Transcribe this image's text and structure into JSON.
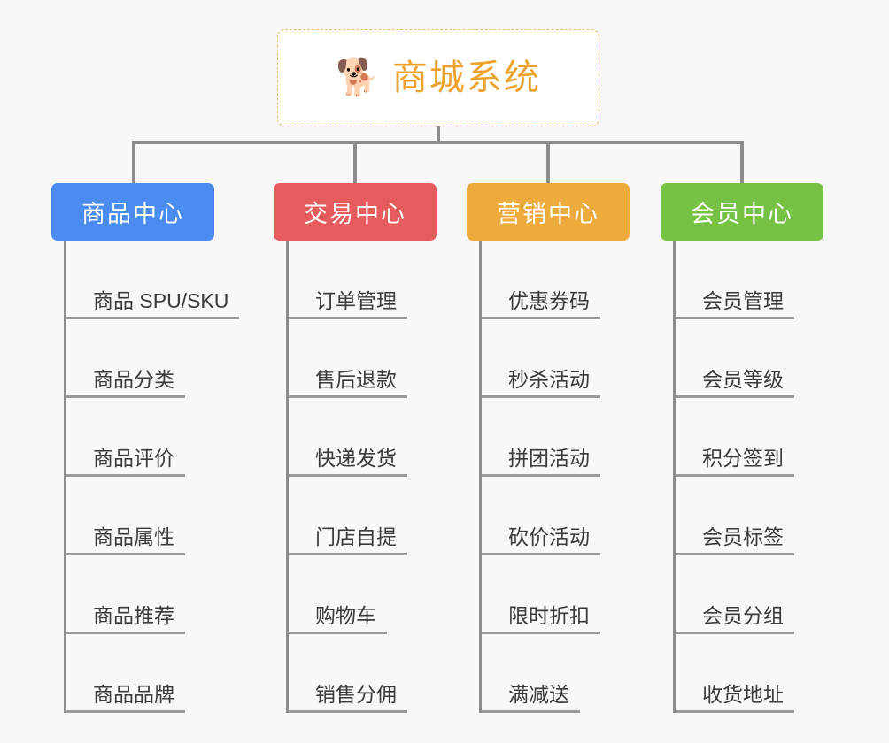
{
  "diagram": {
    "background_color": "#f8f8f8",
    "connector_color": "#8c8c8c",
    "root": {
      "title": "商城系统",
      "emoji": "🐕",
      "emoji_name": "shiba-inu-dog-face",
      "border_color": "#f0b862",
      "text_color": "#eda22d",
      "background_color": "#ffffff"
    },
    "columns": [
      {
        "title": "商品中心",
        "color": "#4a8cf0",
        "items": [
          "商品 SPU/SKU",
          "商品分类",
          "商品评价",
          "商品属性",
          "商品推荐",
          "商品品牌"
        ]
      },
      {
        "title": "交易中心",
        "color": "#e65c5c",
        "items": [
          "订单管理",
          "售后退款",
          "快递发货",
          "门店自提",
          "购物车",
          "销售分佣"
        ]
      },
      {
        "title": "营销中心",
        "color": "#edab3c",
        "items": [
          "优惠券码",
          "秒杀活动",
          "拼团活动",
          "砍价活动",
          "限时折扣",
          "满减送"
        ]
      },
      {
        "title": "会员中心",
        "color": "#76c245",
        "items": [
          "会员管理",
          "会员等级",
          "积分签到",
          "会员标签",
          "会员分组",
          "收货地址"
        ]
      }
    ]
  }
}
